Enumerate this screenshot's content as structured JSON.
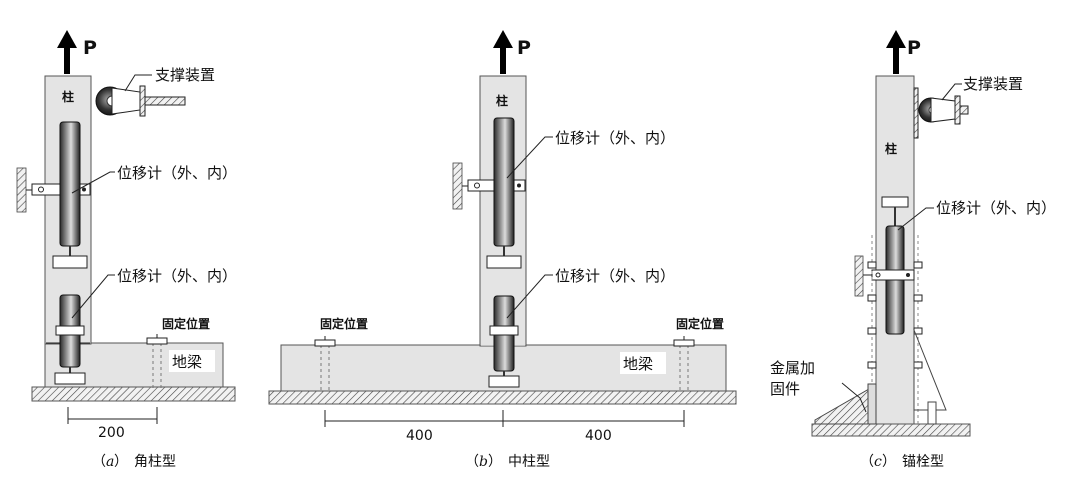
{
  "load_label": "P",
  "column_label": "柱",
  "support_label": "支撑装置",
  "gauge_label": "位移计（外、内）",
  "fix_label": "固定位置",
  "beam_label": "地梁",
  "bracket_label_line1": "金属加",
  "bracket_label_line2": "固件",
  "dims": {
    "a": "200",
    "b_left": "400",
    "b_right": "400"
  },
  "captions": [
    {
      "tag": "a",
      "title": "角柱型"
    },
    {
      "tag": "b",
      "title": "中柱型"
    },
    {
      "tag": "c",
      "title": "锚栓型"
    }
  ]
}
